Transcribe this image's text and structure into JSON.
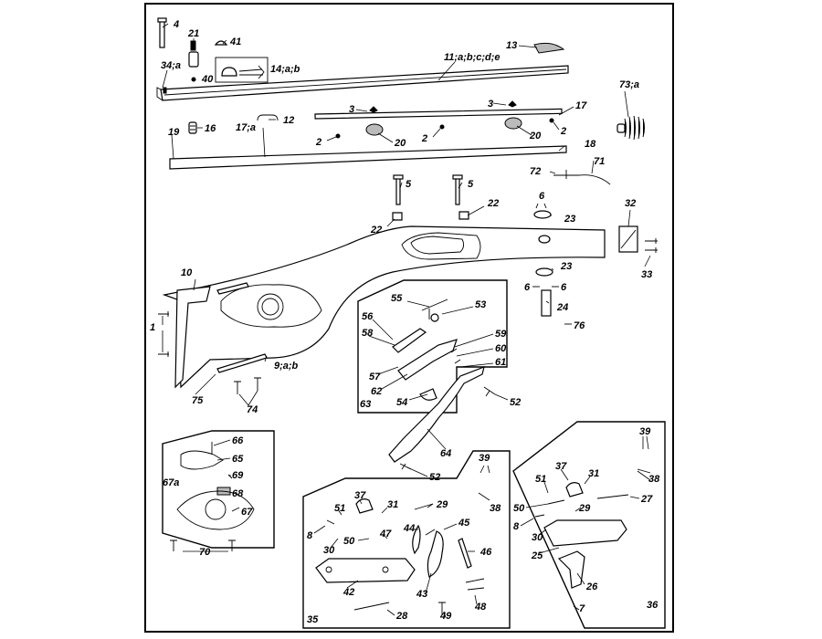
{
  "diagram": {
    "labels": {
      "l4": "4",
      "l21": "21",
      "l41": "41",
      "l34": "34;a",
      "l40": "40",
      "l14": "14;a;b",
      "l11": "11;a;b;c;d;e",
      "l13": "13",
      "l73": "73;a",
      "l3a": "3",
      "l3b": "3",
      "l17": "17",
      "l12": "12",
      "l16": "16",
      "l17a": "17;a",
      "l2a": "2",
      "l2b": "2",
      "l2c": "2",
      "l20a": "20",
      "l20b": "20",
      "l19": "19",
      "l18": "18",
      "l72": "72",
      "l71": "71",
      "l5a": "5",
      "l5b": "5",
      "l22a": "22",
      "l22b": "22",
      "l6a": "6",
      "l23a": "23",
      "l32": "32",
      "l33": "33",
      "l23b": "23",
      "l6b": "6",
      "l6c": "6",
      "l24": "24",
      "l76": "76",
      "l10": "10",
      "l1": "1",
      "l55": "55",
      "l53": "53",
      "l56": "56",
      "l58": "58",
      "l59": "59",
      "l60": "60",
      "l61": "61",
      "l57": "57",
      "l62": "62",
      "l63": "63",
      "l54": "54",
      "l52a": "52",
      "l9": "9;a;b",
      "l75": "75",
      "l74": "74",
      "l66": "66",
      "l65": "65",
      "l67a": "67a",
      "l69": "69",
      "l68": "68",
      "l67": "67",
      "l70": "70",
      "l64": "64",
      "l52b": "52",
      "l39a": "39",
      "l38a": "38",
      "l37a": "37",
      "l51a": "51",
      "l31a": "31",
      "l29a": "29",
      "l8a": "8",
      "l47": "47",
      "l44": "44",
      "l45": "45",
      "l30a": "30",
      "l50a": "50",
      "l46": "46",
      "l42": "42",
      "l43": "43",
      "l49": "49",
      "l48": "48",
      "l35": "35",
      "l28": "28",
      "l39b": "39",
      "l38b": "38",
      "l37b": "37",
      "l51b": "51",
      "l31b": "31",
      "l27": "27",
      "l50b": "50",
      "l29b": "29",
      "l8b": "8",
      "l30b": "30",
      "l25": "25",
      "l26": "26",
      "l7": "7",
      "l36": "36"
    }
  }
}
